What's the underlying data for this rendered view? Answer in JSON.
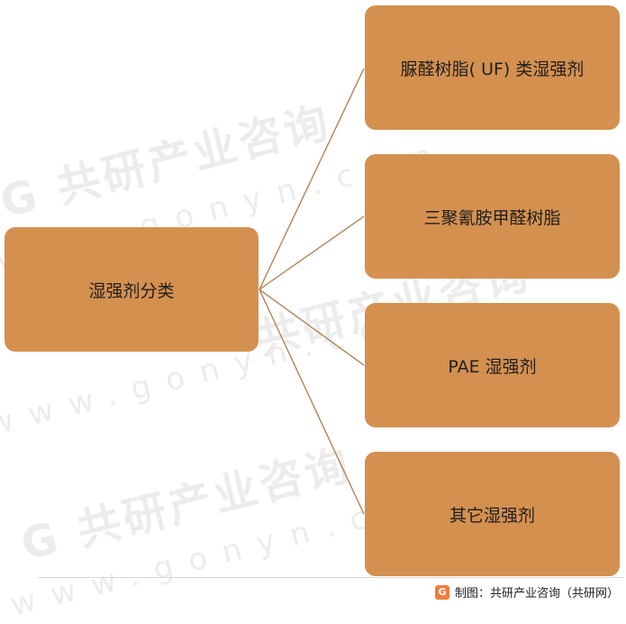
{
  "root": {
    "label": "湿强剂分类"
  },
  "children": [
    {
      "label": "脲醛树脂( UF) 类湿强剂"
    },
    {
      "label": "三聚氰胺甲醛树脂"
    },
    {
      "label": "PAE 湿强剂"
    },
    {
      "label": "其它湿强剂"
    }
  ],
  "watermark": {
    "brand": "共研产业咨询",
    "site": "www.gonyn.com",
    "logo_letter": "G"
  },
  "footer": {
    "logo_letter": "G",
    "source": "制图：共研产业咨询（共研网）"
  },
  "colors": {
    "box": "#d4904f",
    "connector": "#b07a4a",
    "text": "#1f1f1f"
  }
}
